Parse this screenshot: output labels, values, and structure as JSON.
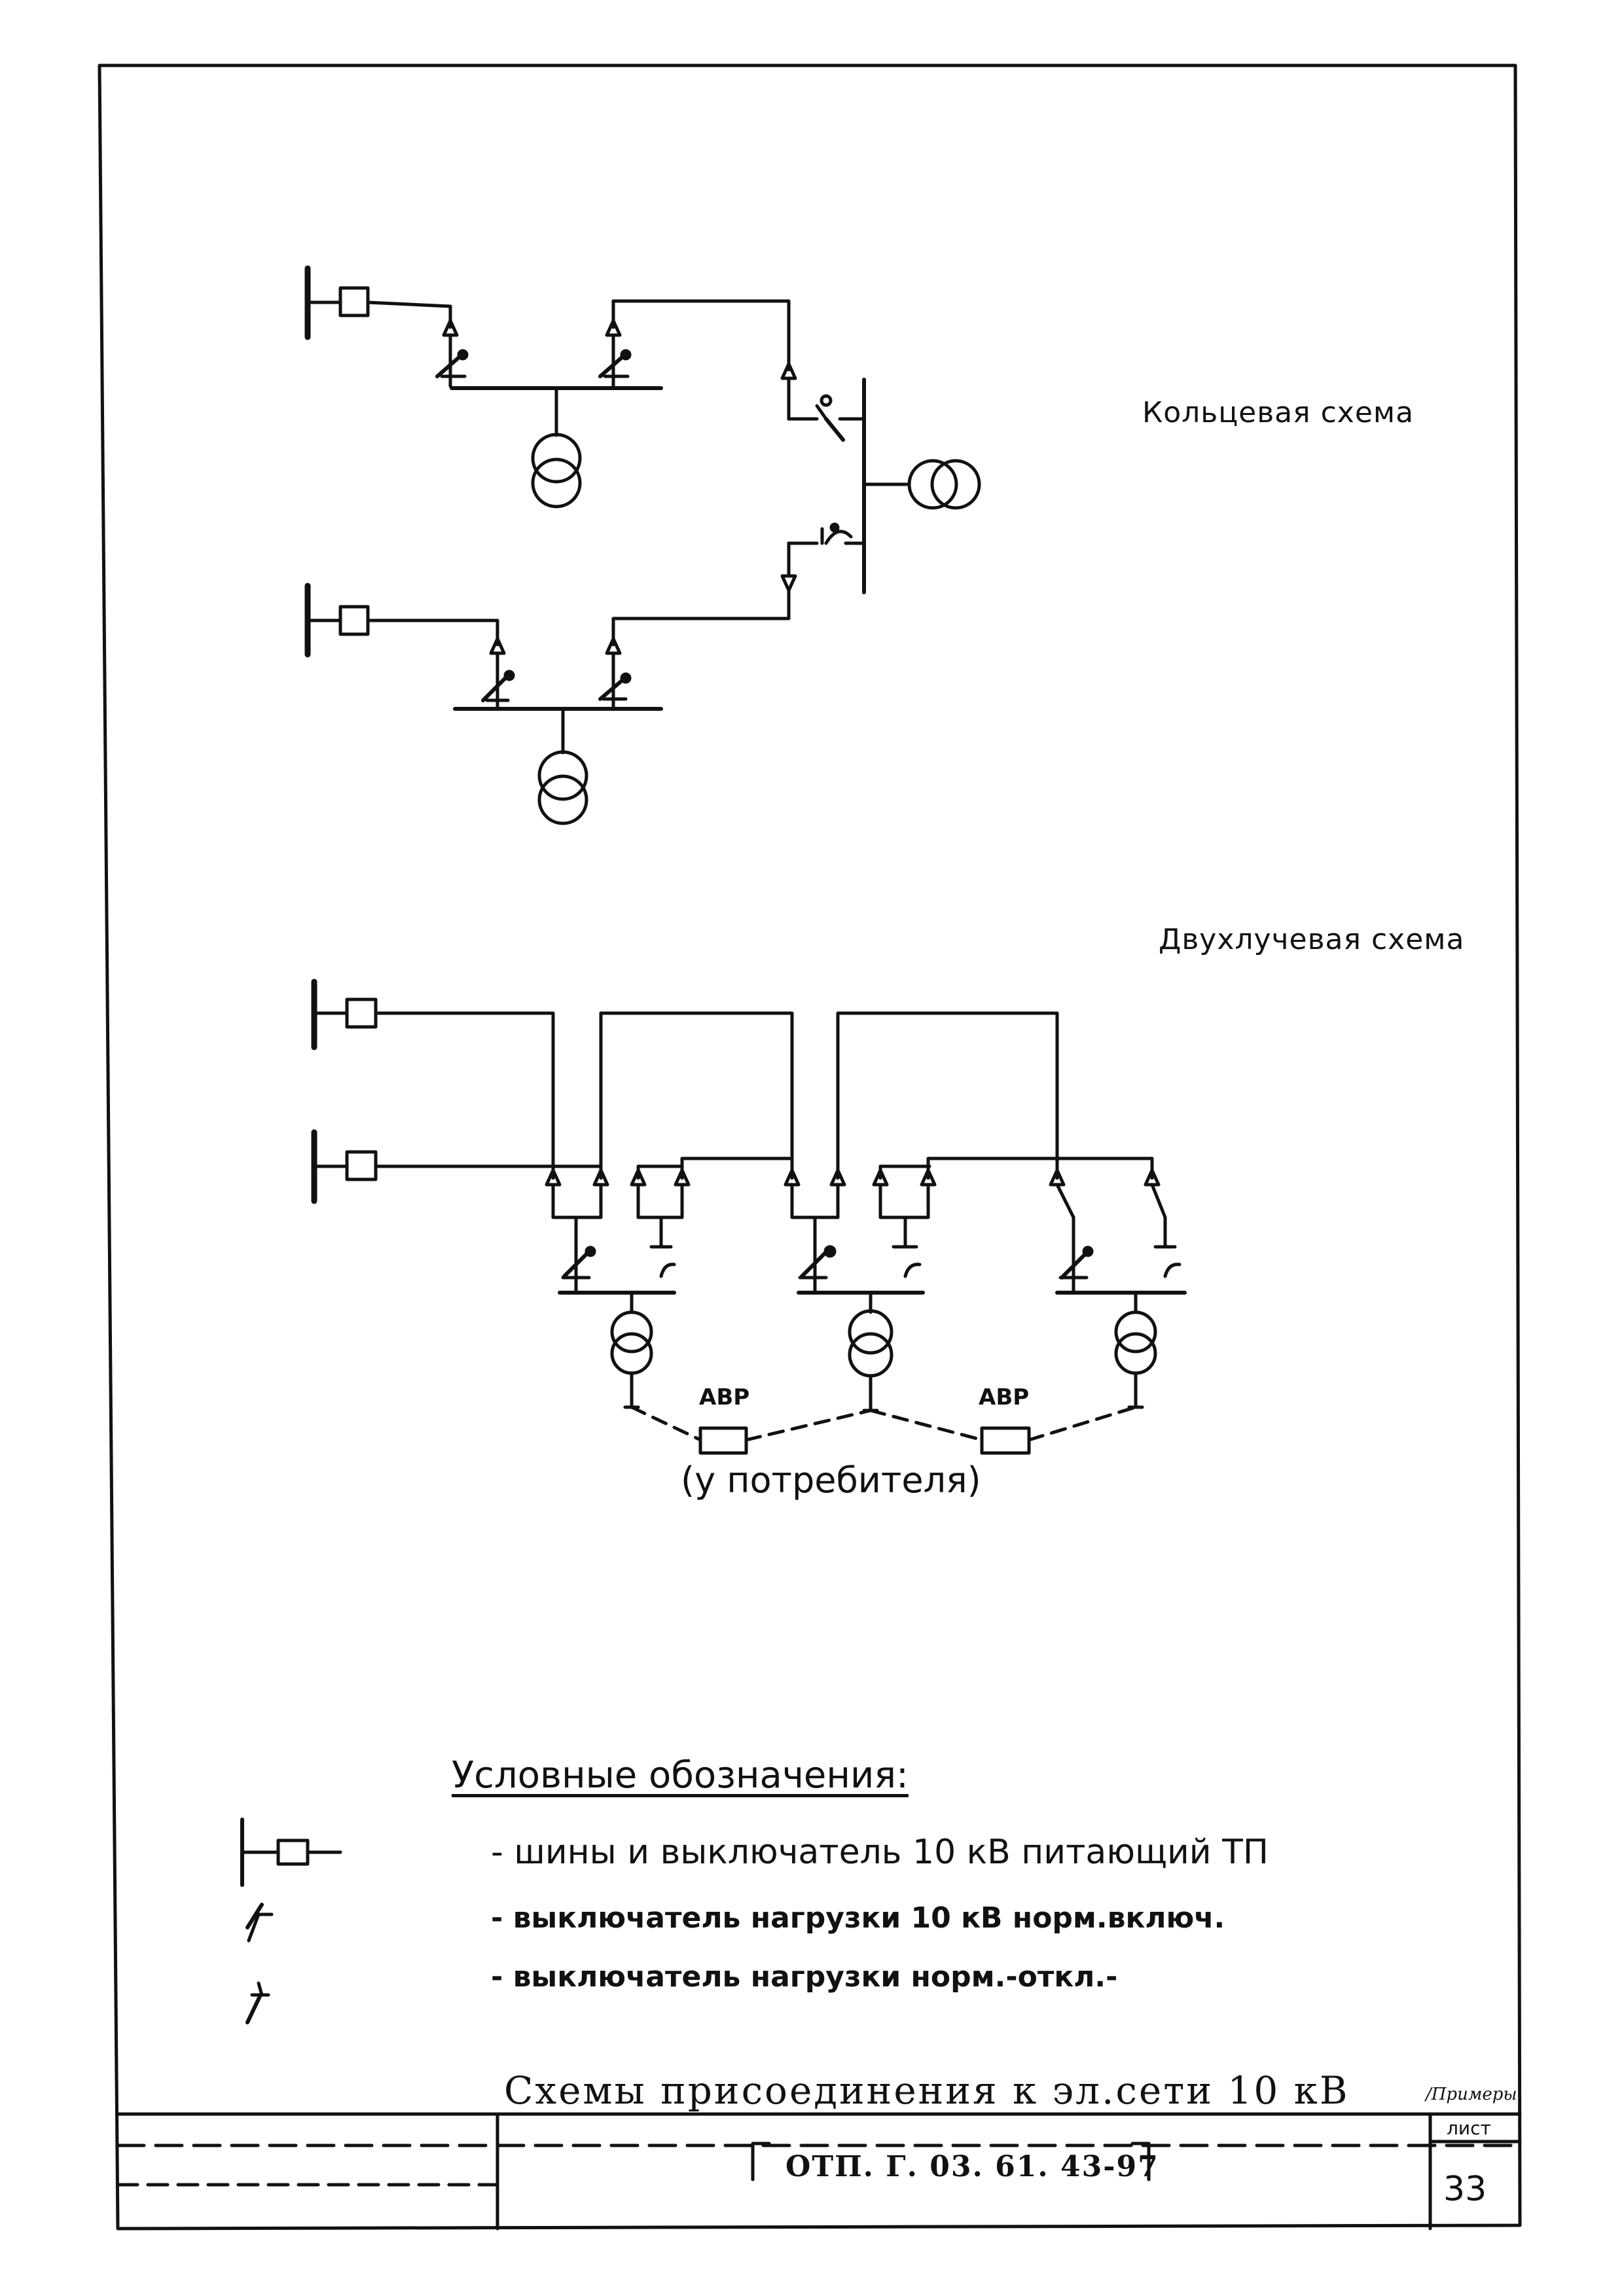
{
  "diagram": {
    "ring_scheme_label": "Кольцевая схема",
    "two_beam_scheme_label": "Двухлучевая схема",
    "avr_labels": [
      "АВР",
      "АВР"
    ],
    "consumer_note": "(у потребителя)"
  },
  "legend": {
    "title": "Условные обозначения:",
    "items": [
      {
        "icon": "bus-breaker-icon",
        "text": "- шины и выключатель 10 кВ питающий ТП"
      },
      {
        "icon": "load-switch-closed-icon",
        "text": "- выключатель нагрузки 10 кВ норм.включ."
      },
      {
        "icon": "load-switch-open-icon",
        "text": "- выключатель нагрузки норм.-откл.-"
      }
    ]
  },
  "title_block": {
    "title": "Схемы присоединения к эл.сети 10 кВ",
    "title_note": "/Примеры",
    "document_code": "ОТП. Г. 03. 61. 43-97",
    "sheet_label": "лист",
    "sheet_number": "33"
  },
  "colors": {
    "ink": "#111111",
    "paper": "#ffffff"
  }
}
